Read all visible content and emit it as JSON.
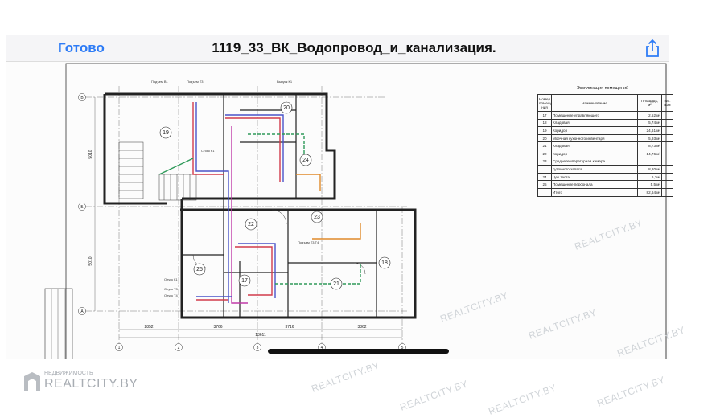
{
  "nav": {
    "done_label": "Готово",
    "title": "1119_33_ВК_Водопровод_и_канализация."
  },
  "table": {
    "title": "Экспликация помещений",
    "headers": [
      "Номер помеще-ния",
      "Наименование",
      "Площадь, м²",
      "Кат. пом"
    ],
    "rows": [
      {
        "num": "17",
        "name": "Помещение управляющего",
        "area": "2,52 м²"
      },
      {
        "num": "18",
        "name": "Кладовая",
        "area": "5,74 м²"
      },
      {
        "num": "19",
        "name": "Коридор",
        "area": "24,61 м²"
      },
      {
        "num": "20",
        "name": "Моечная кухонного инвентаря",
        "area": "5,93 м²"
      },
      {
        "num": "21",
        "name": "Кладовая",
        "area": "8,73 м²"
      },
      {
        "num": "22",
        "name": "Коридор",
        "area": "14,76 м²"
      },
      {
        "num": "23",
        "name": "Среднетемпературная камера",
        "area": ""
      },
      {
        "num": "",
        "name": "суточного запаса",
        "area": "8,20 м²"
      },
      {
        "num": "24",
        "name": "Цех теста",
        "area": "6,7м²"
      },
      {
        "num": "25",
        "name": "Помещение персонала",
        "area": "5,5 м²"
      },
      {
        "num": "",
        "name": "Итого",
        "area": "82,64 м²"
      }
    ]
  },
  "plan": {
    "rooms": [
      "19",
      "20",
      "24",
      "22",
      "23",
      "25",
      "17",
      "21",
      "18"
    ],
    "axes_letters": [
      "В",
      "Б",
      "А"
    ],
    "axes_numbers": [
      "1",
      "2",
      "3",
      "4",
      "5"
    ],
    "dims": [
      "2852",
      "3766",
      "3716",
      "3862"
    ],
    "total_dim": "13611",
    "side_dims": [
      "5010",
      "5010"
    ],
    "notes": [
      "Подъем В1",
      "Подъем Т3",
      "Выпуск К1",
      "Стояк К1",
      "Опуск К1",
      "Опуск Т3",
      "Опуск Т4",
      "Подъем Т3,Т4"
    ]
  },
  "watermark": {
    "brand_small": "НЕДВИЖИМОСТЬ",
    "brand_big": "REALTCITY.BY",
    "overlay": "REALTCITY.BY"
  },
  "colors": {
    "accent": "#2e7cf6",
    "pipe_red": "#d23b4b",
    "pipe_blue": "#4a53c8",
    "pipe_green": "#2e9a5a",
    "pipe_orange": "#e08a2a",
    "pipe_magenta": "#c03aa8"
  }
}
